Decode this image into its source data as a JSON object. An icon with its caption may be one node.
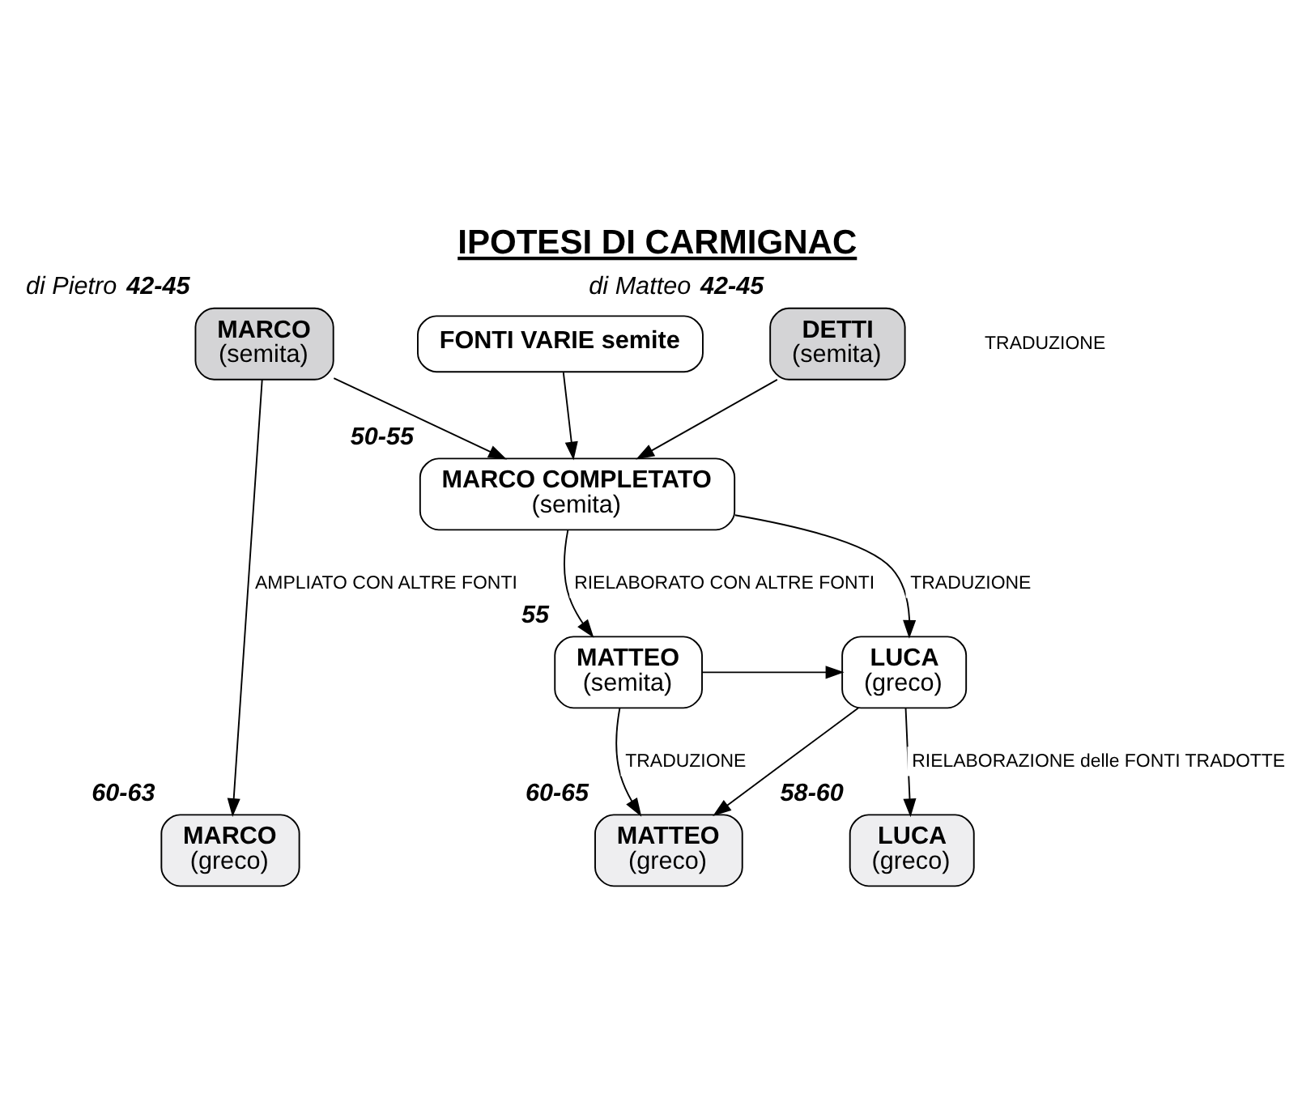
{
  "diagram": {
    "title": "IPOTESI DI CARMIGNAC",
    "nodes": [
      {
        "text": [
          "MARCO",
          "(semita)"
        ],
        "beside": [
          "di Pietro",
          "42-45"
        ]
      },
      {
        "text": [
          "FONTI VARIE semite"
        ]
      },
      {
        "text": [
          "DETTI",
          "(semita)"
        ],
        "beside": [
          "di Matteo",
          "42-45"
        ]
      },
      {
        "text": [
          "MARCO COMPLETATO",
          "(semita)"
        ],
        "beside": [
          "50-55"
        ]
      },
      {
        "text": [
          "MATTEO",
          "(semita)"
        ],
        "beside": [
          "55"
        ]
      },
      {
        "text": [
          "LUCA",
          "(greco)"
        ]
      },
      {
        "text": [
          "MARCO",
          "(greco)"
        ],
        "beside": [
          "60-63"
        ]
      },
      {
        "text": [
          "MATTEO",
          "(greco)"
        ],
        "beside": [
          "60-65"
        ]
      },
      {
        "text": [
          "LUCA",
          "(greco)"
        ],
        "beside": [
          "58-60"
        ]
      }
    ],
    "edges": [
      {
        "from": 0,
        "to": 3,
        "arrow": "to"
      },
      {
        "from": 1,
        "to": 3,
        "arrow": "to"
      },
      {
        "from": 2,
        "to": 3,
        "arrow": "to"
      },
      {
        "from": 0,
        "to": 6,
        "arrow": "to",
        "label": "AMPLIATO CON ALTRE FONTI"
      },
      {
        "from": 3,
        "to": 4,
        "arrow": "to",
        "label": "RIELABORATO CON ALTRE FONTI"
      },
      {
        "from": 3,
        "to": 5,
        "arrow": "to",
        "label": "TRADUZIONE"
      },
      {
        "from": 4,
        "to": 5,
        "arrow": "to"
      },
      {
        "from": 5,
        "to": 7,
        "arrow": "to"
      },
      {
        "from": 4,
        "to": 7,
        "arrow": "to",
        "label": "TRADUZIONE"
      },
      {
        "from": 5,
        "to": 8,
        "arrow": "to",
        "label": "RIELABORAZIONE delle FONTI TRADOTTE"
      }
    ],
    "labels": [
      "TRADUZIONE"
    ]
  }
}
